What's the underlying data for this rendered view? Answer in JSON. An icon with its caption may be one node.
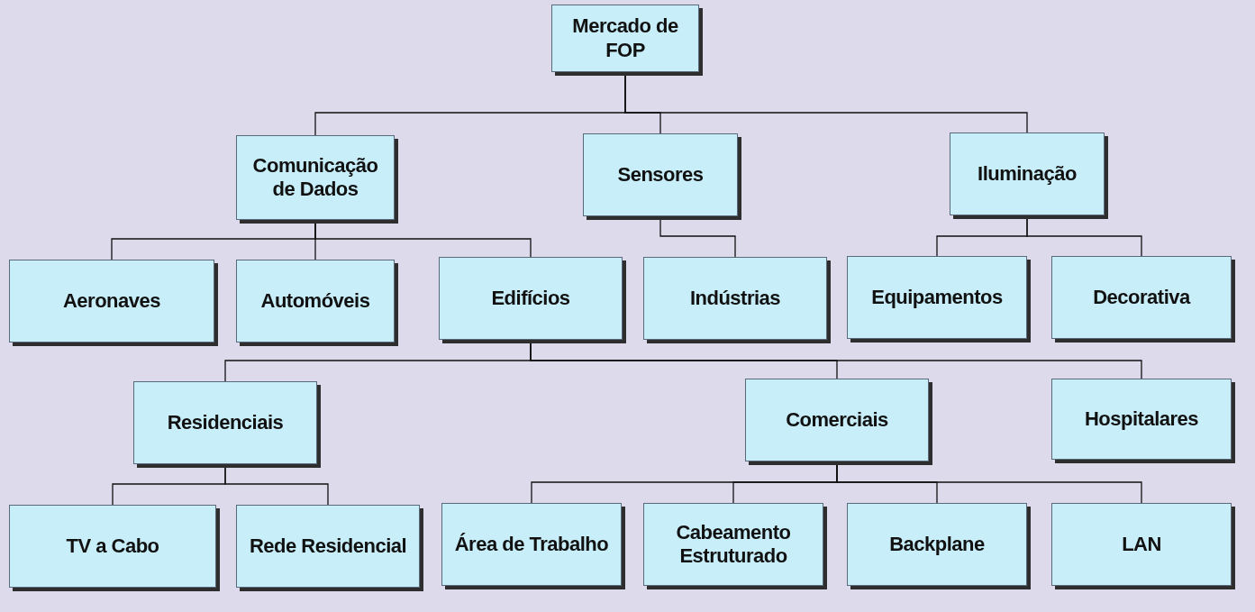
{
  "diagram": {
    "nodes": [
      {
        "text": [
          "Mercado de FOP"
        ]
      },
      {
        "text": [
          "Comunicação de Dados"
        ]
      },
      {
        "text": [
          "Sensores"
        ]
      },
      {
        "text": [
          "Iluminação"
        ]
      },
      {
        "text": [
          "Aeronaves"
        ]
      },
      {
        "text": [
          "Automóveis"
        ]
      },
      {
        "text": [
          "Edifícios"
        ]
      },
      {
        "text": [
          "Indústrias"
        ]
      },
      {
        "text": [
          "Equipamentos"
        ]
      },
      {
        "text": [
          "Decorativa"
        ]
      },
      {
        "text": [
          "Residenciais"
        ]
      },
      {
        "text": [
          "Comerciais"
        ]
      },
      {
        "text": [
          "Hospitalares"
        ]
      },
      {
        "text": [
          "TV a Cabo"
        ]
      },
      {
        "text": [
          "Rede Residencial"
        ]
      },
      {
        "text": [
          "Área de Trabalho"
        ]
      },
      {
        "text": [
          "Cabeamento Estruturado"
        ]
      },
      {
        "text": [
          "Backplane"
        ]
      },
      {
        "text": [
          "LAN"
        ]
      }
    ],
    "edges": [
      {
        "from": 0,
        "to": 1,
        "arrow": "none"
      },
      {
        "from": 0,
        "to": 2,
        "arrow": "none"
      },
      {
        "from": 0,
        "to": 3,
        "arrow": "none"
      },
      {
        "from": 1,
        "to": 4,
        "arrow": "none"
      },
      {
        "from": 1,
        "to": 5,
        "arrow": "none"
      },
      {
        "from": 1,
        "to": 6,
        "arrow": "none"
      },
      {
        "from": 2,
        "to": 7,
        "arrow": "none"
      },
      {
        "from": 3,
        "to": 8,
        "arrow": "none"
      },
      {
        "from": 3,
        "to": 9,
        "arrow": "none"
      },
      {
        "from": 6,
        "to": 10,
        "arrow": "none"
      },
      {
        "from": 6,
        "to": 11,
        "arrow": "none"
      },
      {
        "from": 6,
        "to": 12,
        "arrow": "none"
      },
      {
        "from": 10,
        "to": 13,
        "arrow": "none"
      },
      {
        "from": 10,
        "to": 14,
        "arrow": "none"
      },
      {
        "from": 11,
        "to": 15,
        "arrow": "none"
      },
      {
        "from": 11,
        "to": 16,
        "arrow": "none"
      },
      {
        "from": 11,
        "to": 17,
        "arrow": "none"
      },
      {
        "from": 11,
        "to": 18,
        "arrow": "none"
      }
    ]
  }
}
